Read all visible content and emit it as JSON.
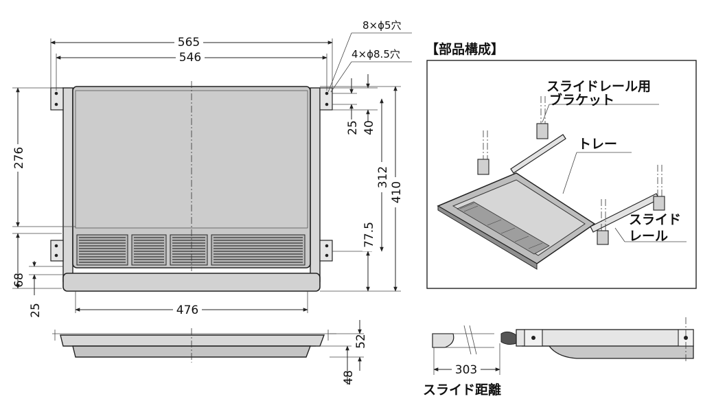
{
  "holes": {
    "small": "8×ϕ5穴",
    "large": "4×ϕ8.5穴"
  },
  "dims": {
    "width_outer": "565",
    "width_inner": "546",
    "height_left": "276",
    "d25_top": "25",
    "d40": "40",
    "d312": "312",
    "d410": "410",
    "d77_5": "77.5",
    "d68": "68",
    "d25_bottom": "25",
    "d476": "476",
    "d52": "52",
    "d48": "48",
    "d303": "303"
  },
  "panel": {
    "title": "【部品構成】",
    "bracket_label_1": "スライドレール用",
    "bracket_label_2": "ブラケット",
    "tray_label": "トレー",
    "slide_label_1": "スライド",
    "slide_label_2": "レール"
  },
  "slide_distance_label": "スライド距離",
  "colors": {
    "tray_fill": "#c9c9c9",
    "tray_dark": "#9a9a9a",
    "ink": "#222222"
  }
}
